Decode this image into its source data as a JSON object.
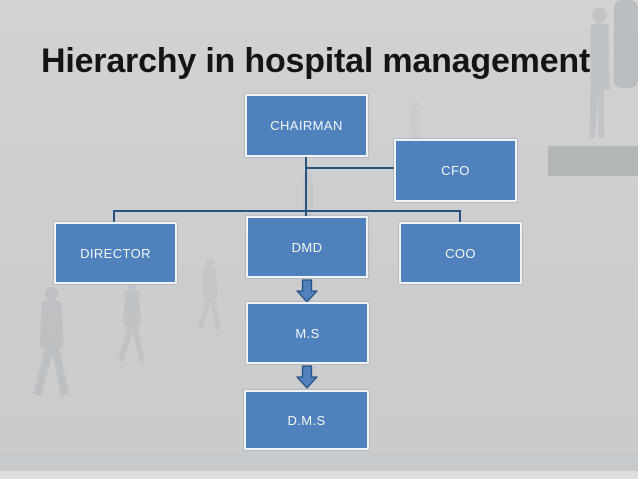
{
  "title": "Hierarchy in hospital management",
  "diagram": {
    "type": "org-chart",
    "nodes": [
      {
        "id": "chairman",
        "label": "CHAIRMAN"
      },
      {
        "id": "cfo",
        "label": "CFO"
      },
      {
        "id": "director",
        "label": "DIRECTOR"
      },
      {
        "id": "dmd",
        "label": "DMD"
      },
      {
        "id": "coo",
        "label": "COO"
      },
      {
        "id": "ms",
        "label": "M.S"
      },
      {
        "id": "dms",
        "label": "D.M.S"
      }
    ],
    "edges": [
      {
        "from": "CHAIRMAN",
        "to": "CFO",
        "style": "elbow-line"
      },
      {
        "from": "CHAIRMAN",
        "to": "DIRECTOR",
        "style": "elbow-line"
      },
      {
        "from": "CHAIRMAN",
        "to": "DMD",
        "style": "straight-line"
      },
      {
        "from": "CHAIRMAN",
        "to": "COO",
        "style": "elbow-line"
      },
      {
        "from": "DMD",
        "to": "M.S",
        "style": "block-arrow-down"
      },
      {
        "from": "M.S",
        "to": "D.M.S",
        "style": "block-arrow-down"
      }
    ]
  },
  "colors": {
    "background": "#cdcfd1",
    "node_fill": "#4f81bd",
    "node_border": "#f0f3f6",
    "node_text": "#f3f6f9",
    "connector": "#27517f",
    "arrow_fill": "#4f81bd",
    "arrow_outline": "#27517f",
    "title_text": "#141414",
    "footer_strip": "#dcdee0"
  },
  "background_scene": {
    "description": "faded grayscale silhouettes of business people walking and standing in a bright lobby"
  }
}
